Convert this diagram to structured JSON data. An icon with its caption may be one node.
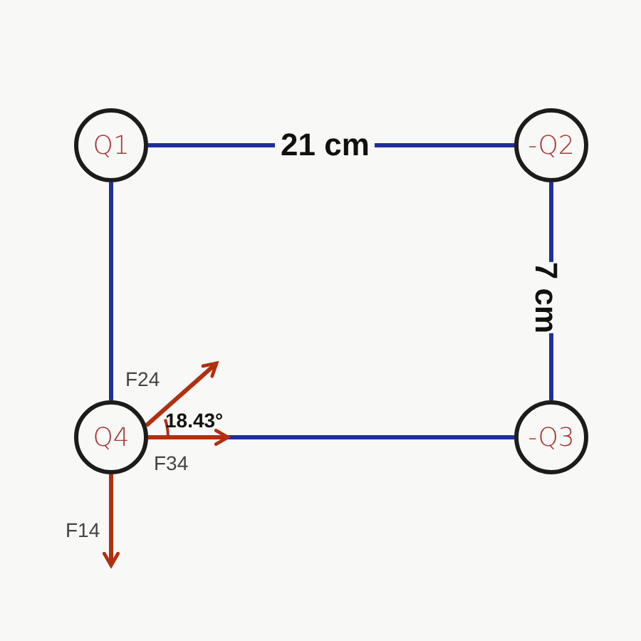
{
  "diagram": {
    "nodes": [
      {
        "text": [
          "Q1"
        ]
      },
      {
        "text": [
          "-Q2"
        ]
      },
      {
        "text": [
          "-Q3"
        ]
      },
      {
        "text": [
          "Q4"
        ]
      }
    ],
    "edges": [
      {
        "from": 0,
        "to": 1,
        "arrow": "none",
        "label": "21 cm"
      },
      {
        "from": 1,
        "to": 2,
        "arrow": "none",
        "label": "7 cm"
      },
      {
        "from": 0,
        "to": 3,
        "arrow": "none"
      },
      {
        "from": 3,
        "to": 2,
        "arrow": "none"
      }
    ],
    "labels": [
      "F24",
      "18.43°",
      "F34",
      "F14"
    ]
  }
}
